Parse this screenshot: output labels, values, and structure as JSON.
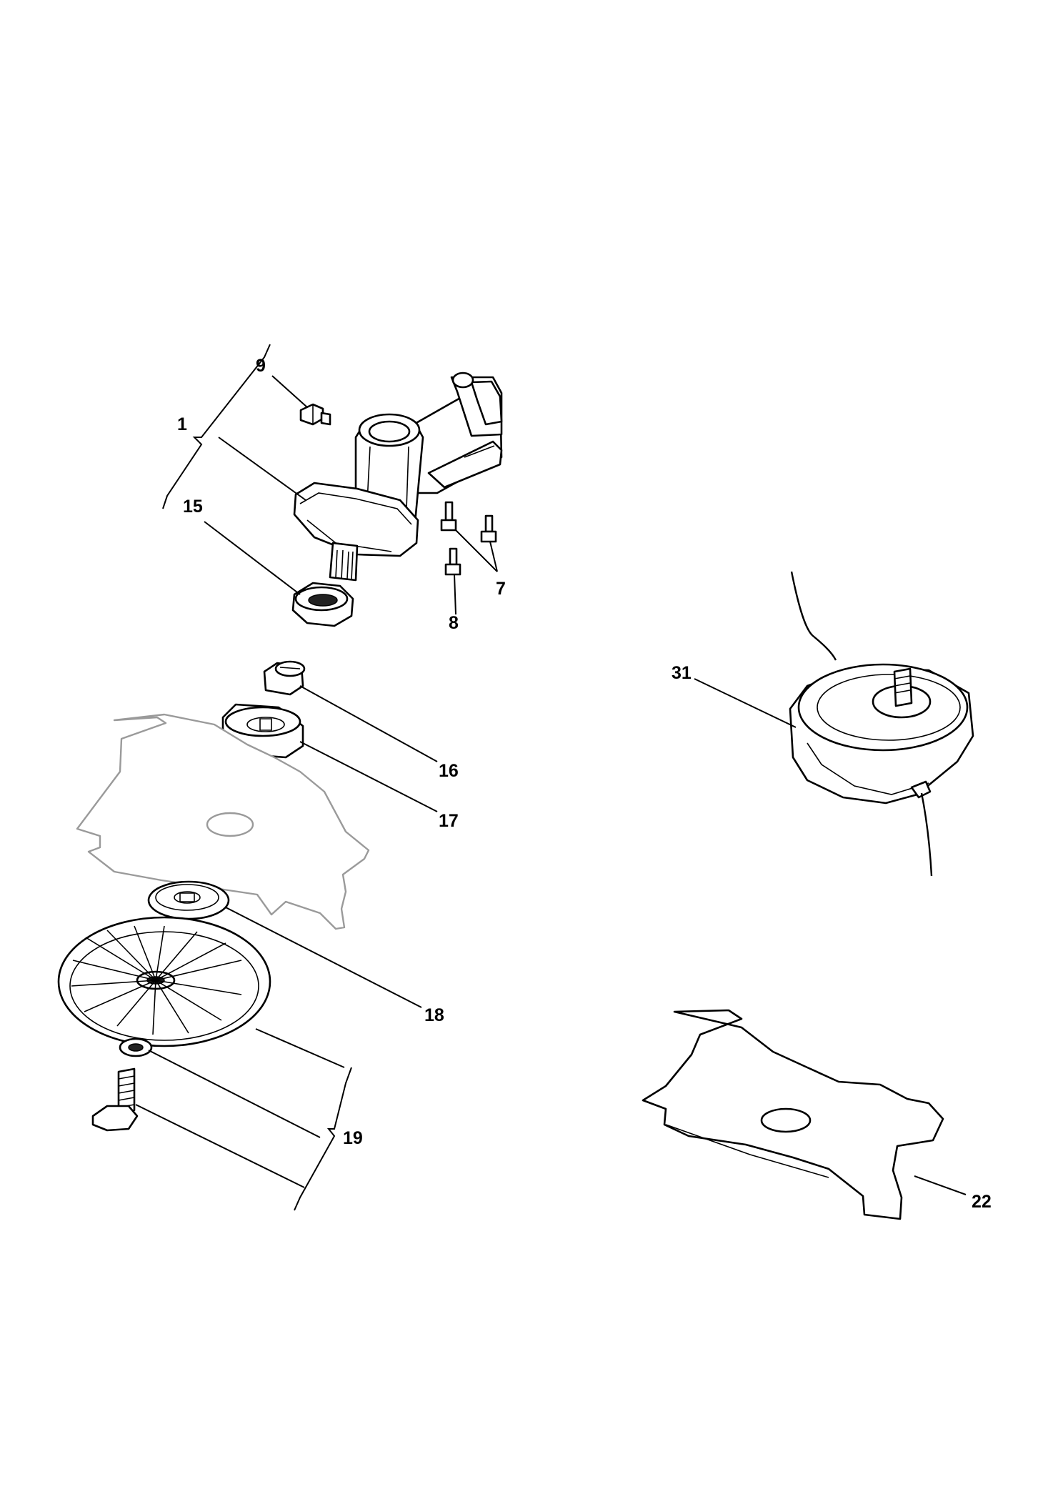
{
  "callouts": [
    {
      "id": "c1",
      "text": "1"
    },
    {
      "id": "c9",
      "text": "9"
    },
    {
      "id": "c15",
      "text": "15"
    },
    {
      "id": "c7",
      "text": "7"
    },
    {
      "id": "c8",
      "text": "8"
    },
    {
      "id": "c16",
      "text": "16"
    },
    {
      "id": "c17",
      "text": "17"
    },
    {
      "id": "c18",
      "text": "18"
    },
    {
      "id": "c19",
      "text": "19"
    },
    {
      "id": "c31",
      "text": "31"
    },
    {
      "id": "c22",
      "text": "22"
    }
  ]
}
